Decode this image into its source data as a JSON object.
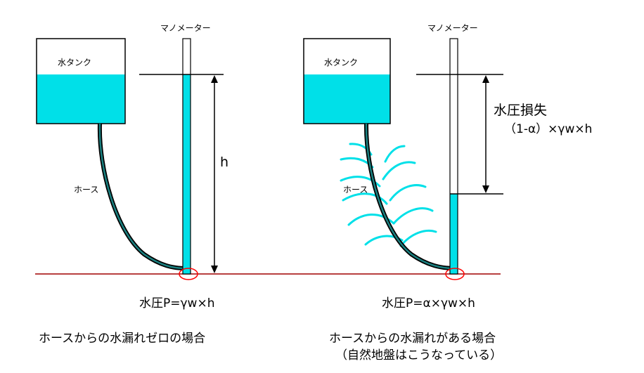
{
  "left": {
    "tank_label": "水タンク",
    "manometer_label": "マノメーター",
    "hose_label": "ホース",
    "height_label": "h",
    "pressure_label": "水圧P=γw×h",
    "caption": "ホースからの水漏れゼロの場合"
  },
  "right": {
    "tank_label": "水タンク",
    "manometer_label": "マノメーター",
    "hose_label": "ホース",
    "loss_label": "水圧損失",
    "loss_formula": "（1-α）×γw×h",
    "pressure_label": "水圧P=α×γw×h",
    "caption": "ホースからの水漏れがある場合",
    "caption_note": "（自然地盤はこうなっている）"
  },
  "colors": {
    "water": "#00e0e8",
    "ground_line": "#a00000",
    "highlight_circle": "#ff0000",
    "hose_inner": "#1a8080",
    "outline": "#000000"
  }
}
